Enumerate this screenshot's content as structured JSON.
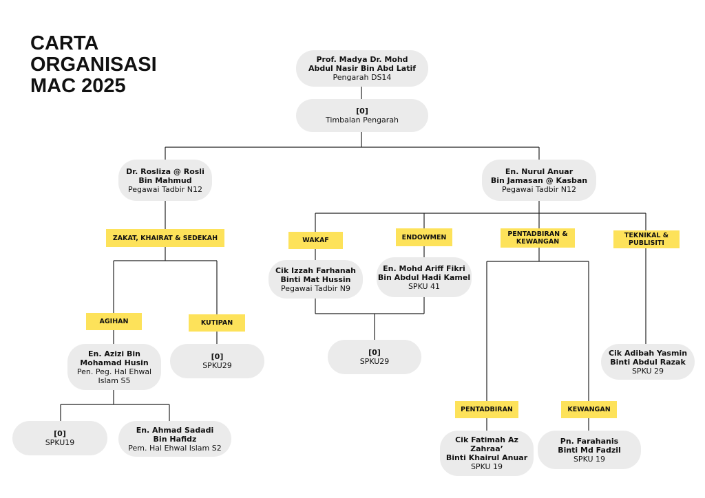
{
  "title": {
    "line1": "CARTA",
    "line2": "ORGANISASI",
    "line3": "MAC 2025"
  },
  "nodes": {
    "director": {
      "name": "Prof. Madya Dr. Mohd\nAbdul Nasir Bin Abd Latif",
      "role": "Pengarah DS14"
    },
    "deputy": {
      "name": "[0]",
      "role": "Timbalan Pengarah"
    },
    "officer_left": {
      "name": "Dr. Rosliza @ Rosli\nBin Mahmud",
      "role": "Pegawai Tadbir N12"
    },
    "officer_right": {
      "name": "En. Nurul Anuar\nBin Jamasan @ Kasban",
      "role": "Pegawai Tadbir N12"
    },
    "agihan_staff": {
      "name": "En. Azizi Bin\nMohamad Husin",
      "role": "Pen. Peg. Hal Ehwal\nIslam S5"
    },
    "kutipan_staff": {
      "name": "[0]",
      "role": "SPKU29"
    },
    "agihan_sub1": {
      "name": "[0]",
      "role": "SPKU19"
    },
    "agihan_sub2": {
      "name": "En. Ahmad Sadadi\nBin Hafidz",
      "role": "Pem. Hal Ehwal Islam S2"
    },
    "wakaf_staff": {
      "name": "Cik Izzah Farhanah\nBinti Mat Hussin",
      "role": "Pegawai Tadbir N9"
    },
    "endowmen_staff": {
      "name": "En. Mohd Ariff Fikri\nBin Abdul Hadi Kamel",
      "role": "SPKU 41"
    },
    "wakaf_endowmen_sub": {
      "name": "[0]",
      "role": "SPKU29"
    },
    "teknikal_staff": {
      "name": "Cik Adibah Yasmin\nBinti Abdul Razak",
      "role": "SPKU 29"
    },
    "pentadbiran_staff": {
      "name": "Cik Fatimah Az\nZahraa’\nBinti Khairul Anuar",
      "role": "SPKU 19"
    },
    "kewangan_staff": {
      "name": "Pn. Farahanis\nBinti Md Fadzil",
      "role": "SPKU 19"
    }
  },
  "labels": {
    "zakat": "ZAKAT, KHAIRAT & SEDEKAH",
    "agihan": "AGIHAN",
    "kutipan": "KUTIPAN",
    "wakaf": "WAKAF",
    "endowmen": "ENDOWMEN",
    "pentadbiran_kewangan": "PENTADBIRAN &\nKEWANGAN",
    "teknikal": "TEKNIKAL &\nPUBLISITI",
    "pentadbiran": "PENTADBIRAN",
    "kewangan": "KEWANGAN"
  },
  "colors": {
    "node_fill": "#ebebeb",
    "label_fill": "#fde25a",
    "line": "#222222"
  }
}
